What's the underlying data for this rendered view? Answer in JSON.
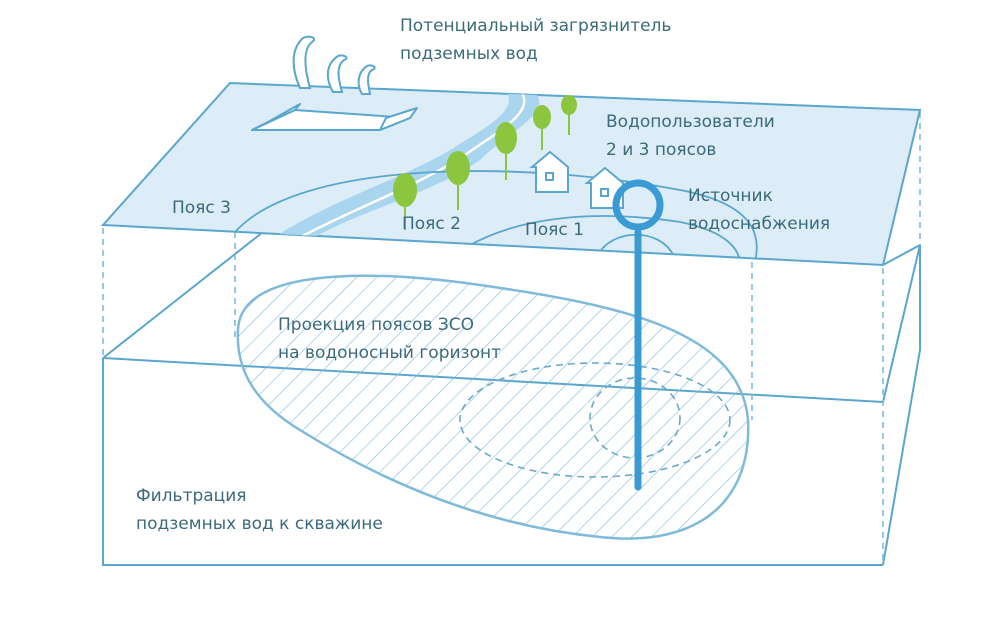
{
  "title": "Зоны санитарной охраны источника водоснабжения",
  "colors": {
    "line": "#5aa6cc",
    "surface": "#dcedf7",
    "river": "#a9d5ee",
    "tree": "#8cc63f",
    "well": "#3a9ad3",
    "text": "#3b6a7a"
  },
  "labels": {
    "pollutant": [
      "Потенциальный загрязнитель",
      "подземных вод"
    ],
    "water_users": [
      "Водопользователи",
      "2 и 3 поясов"
    ],
    "source": [
      "Источник",
      "водоснабжения"
    ],
    "zone3": "Пояс 3",
    "zone2": "Пояс 2",
    "zone1": "Пояс 1",
    "projection": [
      "Проекция поясов ЗСО",
      "на водоносный горизонт"
    ],
    "filtration": [
      "Фильтрация",
      "подземных вод к скважине"
    ]
  },
  "icons": [
    "factory-icon",
    "smoke-icon",
    "river-icon",
    "tree-icon",
    "house-icon",
    "well-icon"
  ]
}
